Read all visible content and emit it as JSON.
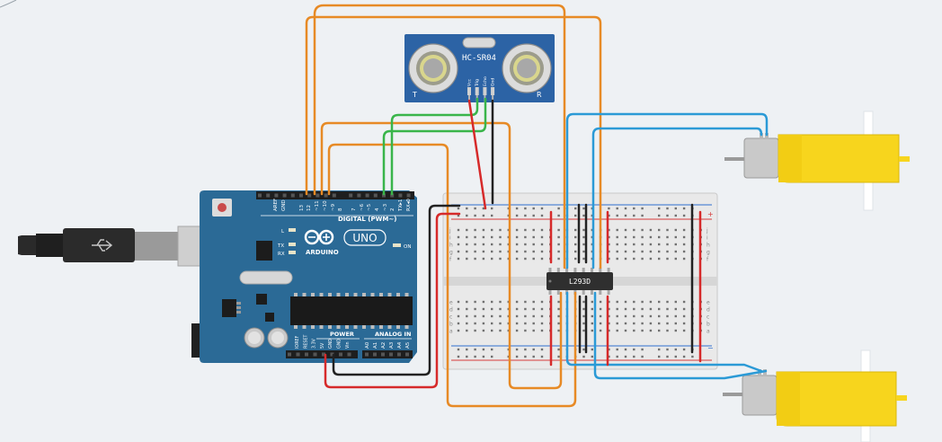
{
  "sensor": {
    "model": "HC-SR04",
    "pins": [
      "Vcc",
      "Trig",
      "Echo",
      "Gnd"
    ],
    "corner_left": "T",
    "corner_right": "R"
  },
  "arduino": {
    "digital_label": "DIGITAL (PWM~)",
    "pin_labels": [
      "AREF",
      "GND",
      "13",
      "12",
      "~11",
      "~10",
      "~9",
      "8",
      "7",
      "~6",
      "~5",
      "4",
      "~3",
      "2",
      "TX▸1",
      "RX◂0"
    ],
    "brand": "ARDUINO",
    "model": "UNO",
    "led_labels": [
      "L",
      "TX",
      "RX"
    ],
    "on_label": "ON",
    "power_label": "POWER",
    "power_pins": [
      "IOREF",
      "RESET",
      "3.3V",
      "5V",
      "GND",
      "GND",
      "Vin"
    ],
    "analog_label": "ANALOG IN",
    "analog_pins": [
      "A0",
      "A1",
      "A2",
      "A3",
      "A4",
      "A5"
    ]
  },
  "breadboard": {
    "ic_label": "L293D",
    "row_letters_top": [
      "j",
      "i",
      "h",
      "g",
      "f"
    ],
    "row_letters_bottom": [
      "e",
      "d",
      "c",
      "b",
      "a"
    ],
    "rail_plus": "+",
    "rail_minus": "−"
  },
  "colors": {
    "board_blue": "#2b6a96",
    "wire_orange": "#e78a25",
    "wire_green": "#39b54a",
    "wire_blue": "#2b9ad6",
    "wire_red": "#d62a2a",
    "wire_black": "#222222",
    "motor_yellow": "#f7d51d"
  }
}
